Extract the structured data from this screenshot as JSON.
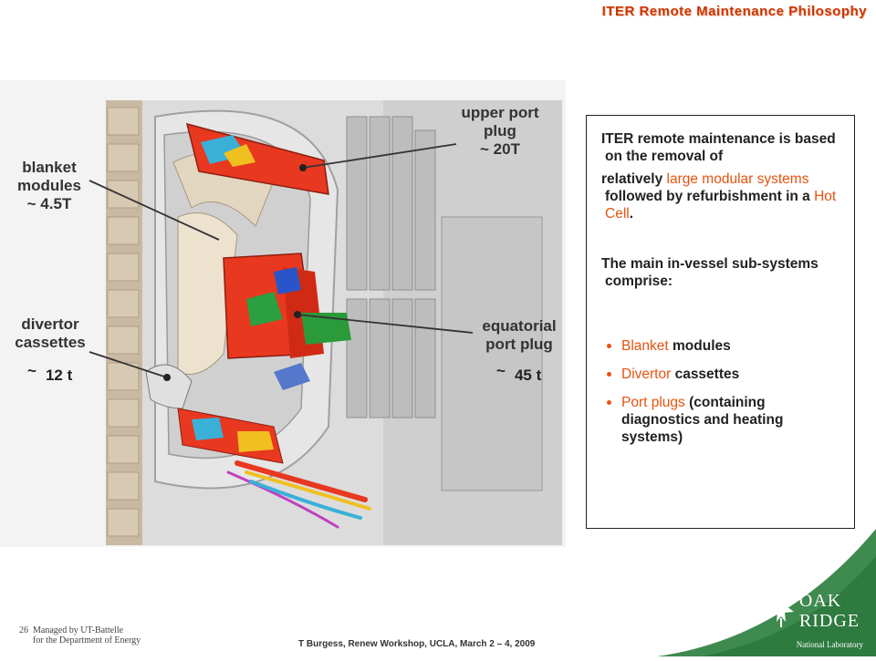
{
  "header": {
    "title": "ITER Remote Maintenance Philosophy"
  },
  "figure": {
    "labels": {
      "upper_port_plug": "upper port\nplug\n~ 20T",
      "blanket_modules": "blanket\nmodules\n~ 4.5T",
      "divertor_cassettes": "divertor\ncassettes",
      "equatorial_port_plug": "equatorial\nport plug"
    },
    "masses": {
      "divertor": {
        "tilde": "~",
        "value": "12 t"
      },
      "equatorial": {
        "tilde": "~",
        "value": "45 t"
      }
    }
  },
  "textbox": {
    "para1": "ITER remote maintenance is based on the removal of",
    "para2_start": "relatively ",
    "para2_hl1": "large modular systems",
    "para2_mid": " followed by refurbishment in a ",
    "para2_hl2": "Hot Cell",
    "para2_end": ".",
    "para3": "The main in-vessel sub-systems comprise:",
    "bullets": [
      {
        "hl": "Blanket",
        "rest": " modules"
      },
      {
        "hl": "Divertor",
        "rest": " cassettes"
      },
      {
        "hl": "Port plugs",
        "rest": " (containing diagnostics and heating systems)"
      }
    ]
  },
  "footer": {
    "page_number": "26",
    "managed_by": "Managed by UT-Battelle\nfor the Department of Energy",
    "workshop": "T Burgess, Renew Workshop, UCLA, March 2 – 4, 2009"
  },
  "logo": {
    "line1": "OAK",
    "line2": "RIDGE",
    "sub": "National Laboratory"
  },
  "colors": {
    "title": "#cc3300",
    "highlight": "#e8520f",
    "logo_green": "#3f8a4e",
    "component_red": "#e8381f"
  }
}
